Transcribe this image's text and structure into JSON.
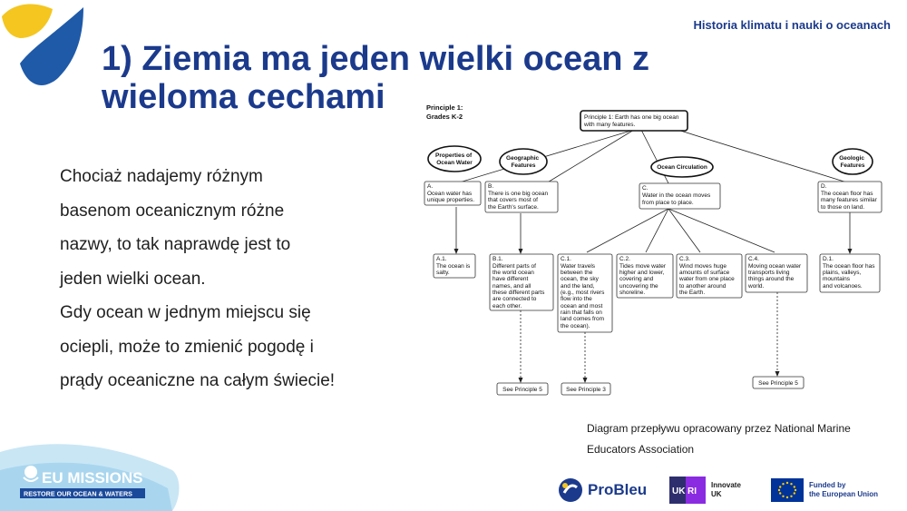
{
  "header": {
    "tag": "Historia klimatu i nauki o oceanach",
    "title_line1": "1) Ziemia ma jeden wielki ocean z",
    "title_line2": "wieloma cechami"
  },
  "body": {
    "lines": [
      "Chociaż nadajemy różnym",
      "basenom oceanicznym różne",
      "nazwy, to tak naprawdę jest to",
      "jeden wielki ocean.",
      "Gdy ocean w jednym miejscu się",
      "ociepli, może to zmienić pogodę i",
      "prądy oceaniczne na całym świecie!"
    ]
  },
  "diagram": {
    "header": {
      "line1": "Principle 1:",
      "line2": "Grades K-2"
    },
    "root": {
      "line1": "Principle 1: Earth has one big ocean",
      "line2": "with many features."
    },
    "categories": [
      "Properties of Ocean Water",
      "Geographic Features",
      "Ocean Circulation",
      "Geologic Features"
    ],
    "nodes": {
      "A": [
        "A.",
        "Ocean water has",
        "unique properties."
      ],
      "B": [
        "B.",
        "There is one big ocean",
        "that covers most of",
        "the Earth's surface."
      ],
      "C": [
        "C.",
        "Water in the ocean moves",
        "from place to place."
      ],
      "D": [
        "D.",
        "The ocean floor has",
        "many features similar",
        "to those on land."
      ],
      "A1": [
        "A.1.",
        "The ocean is",
        "salty."
      ],
      "B1": [
        "B.1.",
        "Different parts of",
        "the world ocean",
        "have different",
        "names, and all",
        "these different parts",
        "are connected to",
        "each other."
      ],
      "C1": [
        "C.1.",
        "Water travels",
        "between the",
        "ocean, the sky",
        "and the land,",
        "(e.g., most rivers",
        "flow into the",
        "ocean and most",
        "rain that falls on",
        "land comes from",
        "the ocean)."
      ],
      "C2": [
        "C.2.",
        "Tides move water",
        "higher and lower,",
        "covering and",
        "uncovering the",
        "shoreline."
      ],
      "C3": [
        "C.3.",
        "Wind moves huge",
        "amounts of surface",
        "water from one place",
        "to another around",
        "the Earth."
      ],
      "C4": [
        "C.4.",
        "Moving ocean water",
        "transports living",
        "things around the",
        "world."
      ],
      "D1": [
        "D.1.",
        "The ocean floor has",
        "plains, valleys,",
        "mountains",
        "and volcanoes."
      ]
    },
    "see_refs": [
      "See Principle 5",
      "See Principle 3",
      "See Principle 5"
    ]
  },
  "caption": {
    "line1": "Diagram przepływu opracowany przez National Marine",
    "line2": "Educators Association"
  },
  "eu_missions": {
    "title": "EU MISSIONS",
    "subtitle": "RESTORE OUR OCEAN & WATERS"
  },
  "logos": {
    "probleu": "ProBleu",
    "ukri_line1": "Innovate",
    "ukri_line2": "UK",
    "eu_line1": "Funded by",
    "eu_line2": "the European Union"
  },
  "colors": {
    "title_blue": "#1b3a8c",
    "logo_yellow": "#f4c61f",
    "logo_blue": "#1f5aa8",
    "eu_flag": "#003399",
    "ukri_purple": "#8a2be2"
  }
}
